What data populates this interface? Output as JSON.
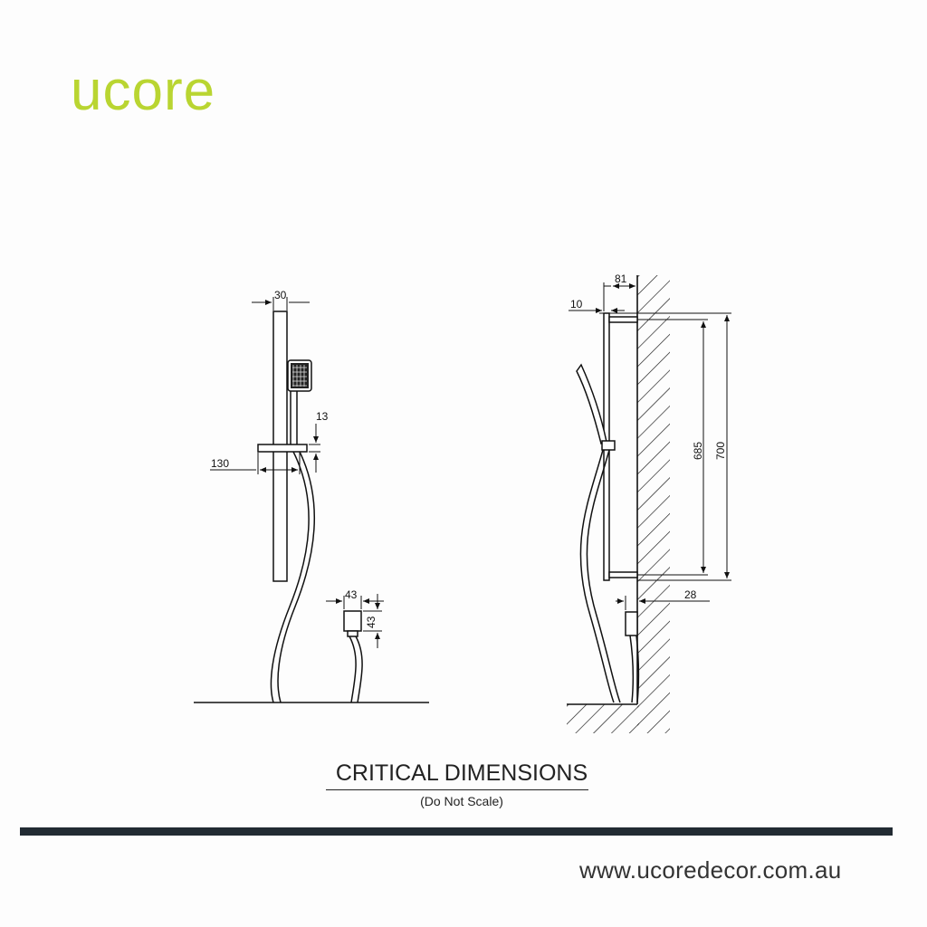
{
  "brand": {
    "logo_text": "ucore",
    "accent_color": "#b9d531"
  },
  "drawing": {
    "front_view": {
      "rail_width": "30",
      "holder_height": "13",
      "holder_projection": "130",
      "outlet_width": "43",
      "outlet_height": "43"
    },
    "side_view": {
      "rail_depth": "81",
      "bracket_offset": "10",
      "bracket_spacing": "685",
      "rail_length": "700",
      "outlet_depth": "28"
    }
  },
  "caption": {
    "title": "CRITICAL DIMENSIONS",
    "subtitle": "(Do Not Scale)"
  },
  "footer": {
    "url": "www.ucoredecor.com.au",
    "bar_color": "#222b33"
  }
}
